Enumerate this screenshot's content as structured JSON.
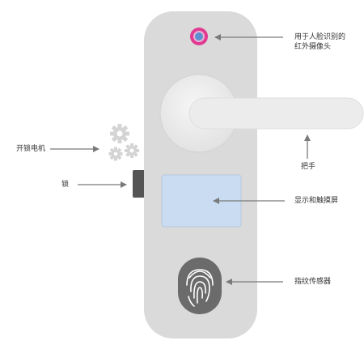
{
  "labels": {
    "camera": "用于人脸识别的",
    "camera_line2": "红外摄像头",
    "handle": "把手",
    "motor": "开锁电机",
    "lock": "锁",
    "display": "显示和触摸屏",
    "fingerprint": "指纹传感器"
  },
  "colors": {
    "body": "#dadada",
    "body_shadow": "#c9c9c9",
    "handle": "#ececec",
    "screen": "#c9dcf2",
    "sensor": "#6b6b6b",
    "camera": "#d63a8a",
    "arrow": "#7a7a7a",
    "gear": "#d4d4d4"
  }
}
